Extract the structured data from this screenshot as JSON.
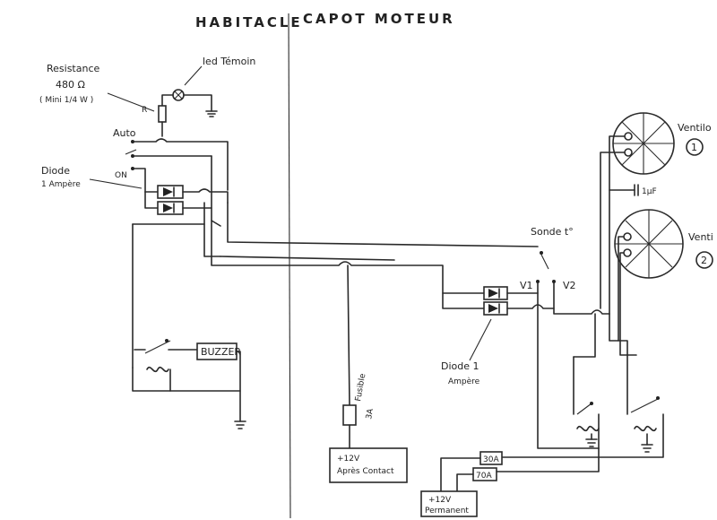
{
  "header": {
    "left": "HABITACLE",
    "right": "CAPOT MOTEUR"
  },
  "labels": {
    "led_temoin": "led Témoin",
    "resistance_1": "Resistance",
    "resistance_2": "480 Ω",
    "resistance_3": "( Mini 1/4 W )",
    "auto": "Auto",
    "on": "ON",
    "diode_left_1": "Diode",
    "diode_left_2": "1 Ampère",
    "buzzer": "BUZZER",
    "fusible_1": "Fusible",
    "fusible_2": "3A",
    "supply_ignition_1": "+12V",
    "supply_ignition_2": "Après Contact",
    "sonde": "Sonde t°",
    "v1": "V1",
    "v2": "V2",
    "diode_right_1": "Diode 1",
    "diode_right_2": "Ampère",
    "fuse_30a": "30A",
    "fuse_70a": "70A",
    "supply_perm_1": "+12V",
    "supply_perm_2": "Permanent",
    "ventilo_1": "Ventilo",
    "ventilo_1_num": "1",
    "ventilo_2": "Venti",
    "ventilo_2_num": "2",
    "capacitor": "1μF"
  }
}
